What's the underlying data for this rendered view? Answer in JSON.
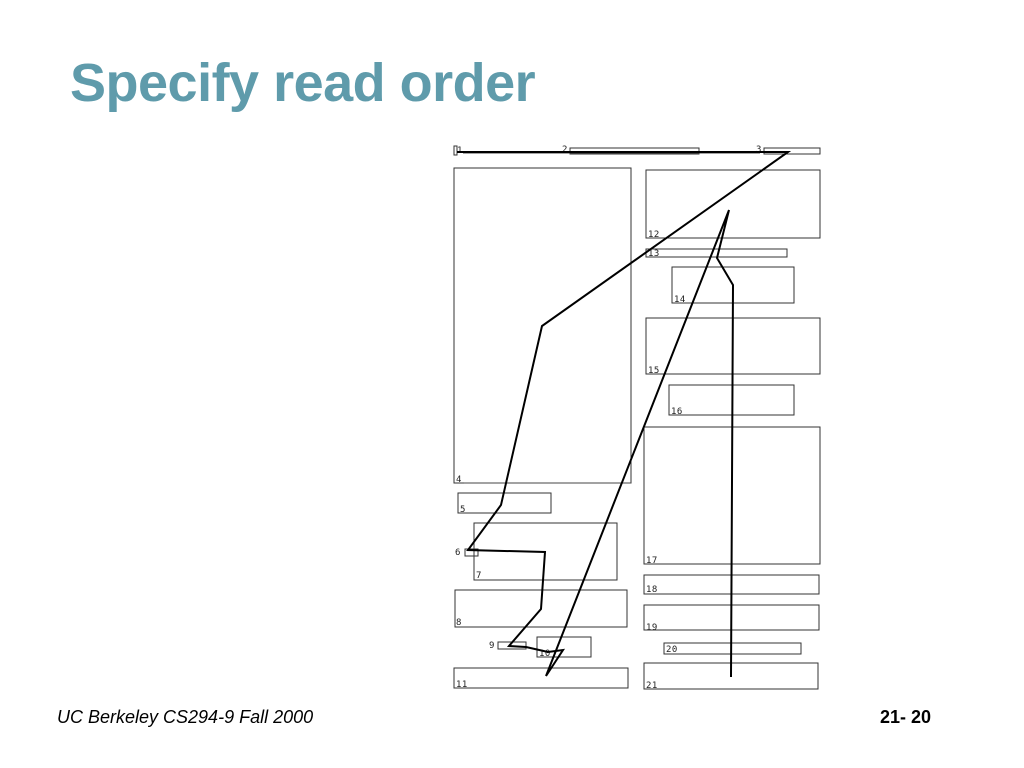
{
  "slide": {
    "title": "Specify read order",
    "footer_left": "UC Berkeley CS294-9 Fall 2000",
    "footer_right": "21- 20"
  },
  "colors": {
    "title": "#5f9bab",
    "diagram_lines": "#000000"
  },
  "diagram": {
    "regions": [
      {
        "label": "1"
      },
      {
        "label": "2"
      },
      {
        "label": "3"
      },
      {
        "label": "4"
      },
      {
        "label": "5"
      },
      {
        "label": "6"
      },
      {
        "label": "7"
      },
      {
        "label": "8"
      },
      {
        "label": "9"
      },
      {
        "label": "10"
      },
      {
        "label": "11"
      },
      {
        "label": "12"
      },
      {
        "label": "13"
      },
      {
        "label": "14"
      },
      {
        "label": "15"
      },
      {
        "label": "16"
      },
      {
        "label": "17"
      },
      {
        "label": "18"
      },
      {
        "label": "19"
      },
      {
        "label": "20"
      },
      {
        "label": "21"
      }
    ]
  }
}
